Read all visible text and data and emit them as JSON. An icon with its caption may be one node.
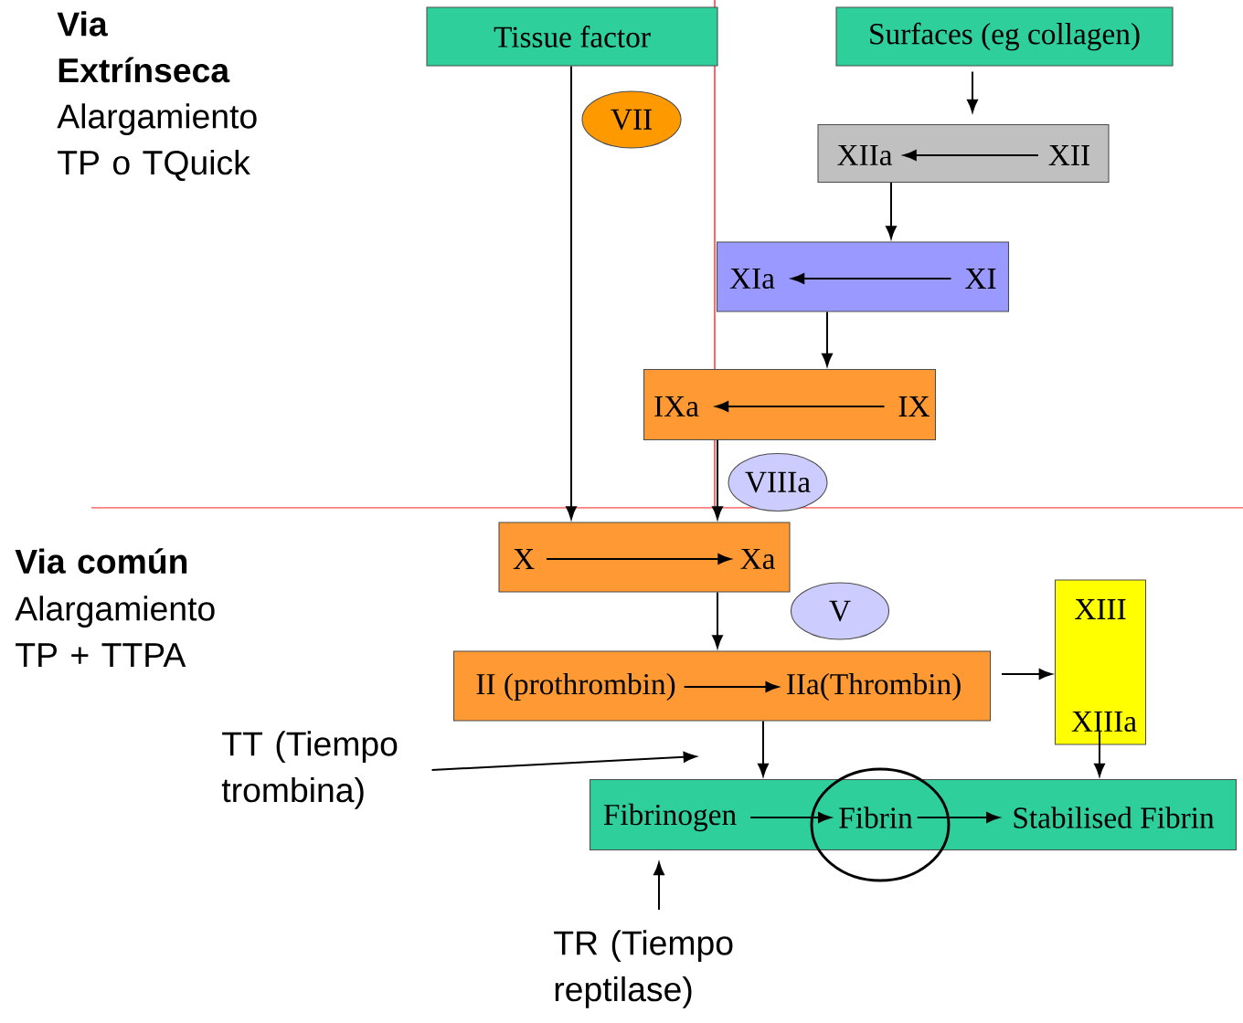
{
  "diagram": {
    "nodes": [
      {
        "text": [
          "Tissue factor"
        ]
      },
      {
        "text": [
          "Surfaces (eg collagen)"
        ]
      },
      {
        "text": [
          "VII"
        ]
      },
      {
        "text": [],
        "shape": "box"
      },
      {
        "text": [
          "XIIa"
        ],
        "in": 3
      },
      {
        "text": [
          "XII"
        ],
        "in": 3
      },
      {
        "text": [],
        "shape": "box"
      },
      {
        "text": [
          "XIa"
        ],
        "in": 6
      },
      {
        "text": [
          "XI"
        ],
        "in": 6
      },
      {
        "text": [],
        "shape": "box"
      },
      {
        "text": [
          "IXa"
        ],
        "in": 9
      },
      {
        "text": [
          "IX"
        ],
        "in": 9
      },
      {
        "text": [
          "VIIIa"
        ]
      },
      {
        "text": [],
        "shape": "box"
      },
      {
        "text": [
          "X"
        ],
        "in": 13
      },
      {
        "text": [
          "Xa"
        ],
        "in": 13
      },
      {
        "text": [
          "V"
        ]
      },
      {
        "text": [],
        "shape": "box"
      },
      {
        "text": [
          "II (prothrombin)"
        ],
        "in": 17
      },
      {
        "text": [
          "IIa(Thrombin)"
        ],
        "in": 17
      },
      {
        "text": [],
        "shape": "box"
      },
      {
        "text": [
          "XIII"
        ],
        "in": 20
      },
      {
        "text": [
          "XIIIa"
        ],
        "in": 20
      },
      {
        "text": [],
        "shape": "box"
      },
      {
        "text": [
          "Fibrinogen"
        ],
        "in": 23
      },
      {
        "text": [
          "Fibrin"
        ],
        "in": 23
      },
      {
        "text": [
          "Stabilised Fibrin"
        ],
        "in": 23
      },
      {
        "text": [
          "TT (Tiempo trombina)"
        ]
      },
      {
        "text": [
          "TR (Tiempo reptilase)"
        ]
      }
    ],
    "edges": [
      {
        "from": 1,
        "to": 3,
        "arrow": "to"
      },
      {
        "from": 5,
        "to": 4,
        "arrow": "to"
      },
      {
        "from": 3,
        "to": 6,
        "arrow": "to"
      },
      {
        "from": 8,
        "to": 7,
        "arrow": "to"
      },
      {
        "from": 6,
        "to": 9,
        "arrow": "to"
      },
      {
        "from": 11,
        "to": 10,
        "arrow": "to"
      },
      {
        "from": 0,
        "to": 13,
        "arrow": "to"
      },
      {
        "from": 9,
        "to": 13,
        "arrow": "to"
      },
      {
        "from": 14,
        "to": 15,
        "arrow": "to"
      },
      {
        "from": 13,
        "to": 17,
        "arrow": "to"
      },
      {
        "from": 18,
        "to": 19,
        "arrow": "to"
      },
      {
        "from": 17,
        "to": 20,
        "arrow": "to"
      },
      {
        "from": 20,
        "to": 23,
        "arrow": "to"
      },
      {
        "from": 17,
        "to": 23,
        "arrow": "to"
      },
      {
        "from": 24,
        "to": 25,
        "arrow": "to"
      },
      {
        "from": 25,
        "to": 26,
        "arrow": "to"
      },
      {
        "from": 27,
        "to": null,
        "arrow": "to"
      },
      {
        "from": 28,
        "to": 23,
        "arrow": "to"
      }
    ],
    "labels": [
      "Via Extrínseca",
      "Alargamiento TP o TQuick",
      "Via común",
      "Alargamiento TP + TTPA"
    ]
  }
}
